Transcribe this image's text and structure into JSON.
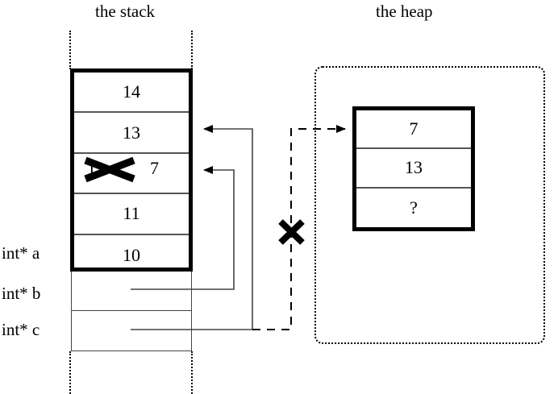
{
  "diagram": {
    "stack": {
      "title": "the stack",
      "array_cells": [
        {
          "value": "14"
        },
        {
          "value": "13"
        },
        {
          "value": "12",
          "struck": true,
          "replacement": "7"
        },
        {
          "value": "11"
        },
        {
          "value": "10"
        }
      ],
      "variables": [
        {
          "label": "int* a"
        },
        {
          "label": "int* b"
        },
        {
          "label": "int* c"
        }
      ]
    },
    "heap": {
      "title": "the heap",
      "array_cells": [
        {
          "value": "7"
        },
        {
          "value": "13"
        },
        {
          "value": "?"
        }
      ]
    },
    "markers": {
      "dangling_pointer_cross": "x-mark",
      "stale_value_cross": "x-mark"
    },
    "colors": {
      "ink": "#000000",
      "background": "#ffffff",
      "thin_rule": "#555555"
    }
  }
}
